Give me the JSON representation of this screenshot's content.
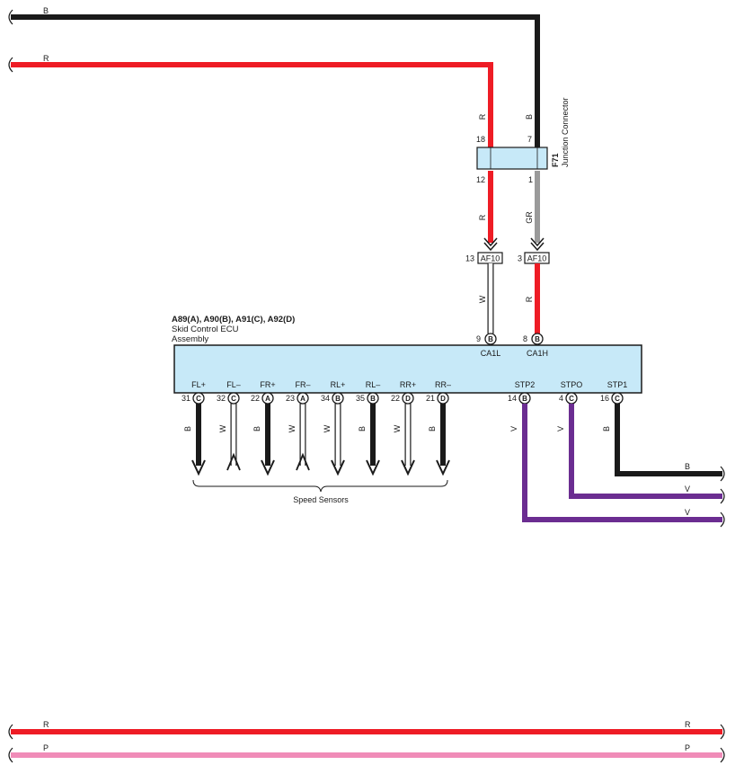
{
  "colors": {
    "B": "#1a1a1a",
    "R": "#ee1c25",
    "GR": "#9a9a9a",
    "V": "#6b2d91",
    "P": "#f08cb8",
    "W": "#ffffff",
    "box_fill": "#c7e9f8"
  },
  "wires": {
    "top_b": "B",
    "top_r": "R",
    "r_upper": "R",
    "b_upper": "B",
    "r_lower": "R",
    "gr_lower": "GR",
    "w_af": "W",
    "r_af": "R",
    "stp1_out": "B",
    "stpo_out": "V",
    "stp2_out": "V",
    "bottom_r_left": "R",
    "bottom_r_right": "R",
    "bottom_p_left": "P",
    "bottom_p_right": "P"
  },
  "junction": {
    "id": "F71",
    "label": "Junction Connector",
    "pin_18": "18",
    "pin_7": "7",
    "pin_12": "12",
    "pin_1": "1"
  },
  "af10_left": {
    "name": "AF10",
    "pin": "13"
  },
  "af10_right": {
    "name": "AF10",
    "pin": "3"
  },
  "ecu": {
    "connectors": "A89(A), A90(B), A91(C), A92(D)",
    "name_line1": "Skid Control ECU",
    "name_line2": "Assembly",
    "ca1l": {
      "pin": "9",
      "conn": "B",
      "label": "CA1L"
    },
    "ca1h": {
      "pin": "8",
      "conn": "B",
      "label": "CA1H"
    },
    "bottom_pins": [
      {
        "label": "FL+",
        "pin": "31",
        "conn": "C",
        "wire": "B"
      },
      {
        "label": "FL–",
        "pin": "32",
        "conn": "C",
        "wire": "W"
      },
      {
        "label": "FR+",
        "pin": "22",
        "conn": "A",
        "wire": "B"
      },
      {
        "label": "FR–",
        "pin": "23",
        "conn": "A",
        "wire": "W"
      },
      {
        "label": "RL+",
        "pin": "34",
        "conn": "B",
        "wire": "W"
      },
      {
        "label": "RL–",
        "pin": "35",
        "conn": "B",
        "wire": "B"
      },
      {
        "label": "RR+",
        "pin": "22",
        "conn": "D",
        "wire": "W"
      },
      {
        "label": "RR–",
        "pin": "21",
        "conn": "D",
        "wire": "B"
      },
      {
        "label": "STP2",
        "pin": "14",
        "conn": "B",
        "wire": "V"
      },
      {
        "label": "STPO",
        "pin": "4",
        "conn": "C",
        "wire": "V"
      },
      {
        "label": "STP1",
        "pin": "16",
        "conn": "C",
        "wire": "B"
      }
    ]
  },
  "speed_sensors_label": "Speed Sensors"
}
